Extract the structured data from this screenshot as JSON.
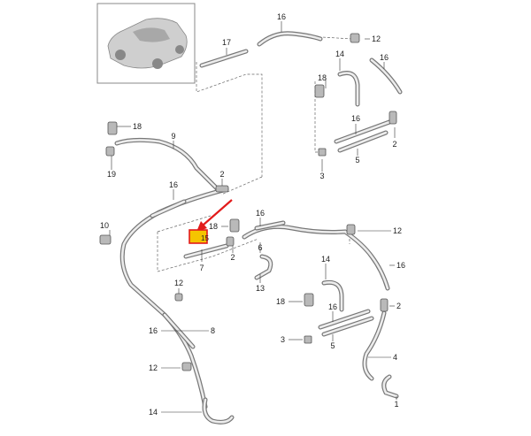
{
  "diagram": {
    "part_numbers": {
      "p1": "1",
      "p2": "2",
      "p3": "3",
      "p4": "4",
      "p5": "5",
      "p6": "6",
      "p7": "7",
      "p8": "8",
      "p9": "9",
      "p10": "10",
      "p12": "12",
      "p13": "13",
      "p14": "14",
      "p15": "15",
      "p16": "16",
      "p17": "17",
      "p18": "18",
      "p19": "19"
    },
    "highlight_color": "#e21b1b",
    "highlight_fill": "#f5c400",
    "line_color": "#777777",
    "icon": "car-thumbnail-icon"
  }
}
